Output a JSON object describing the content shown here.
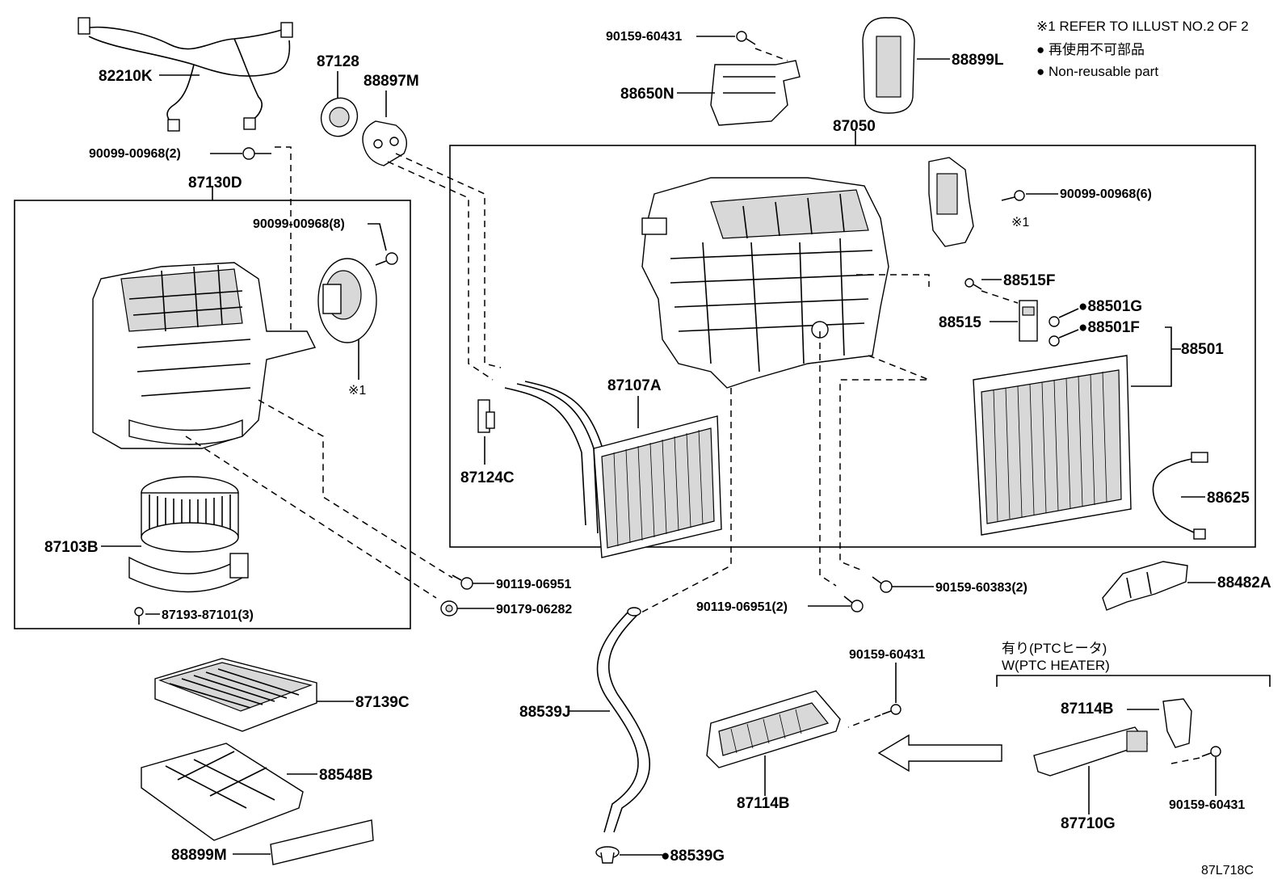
{
  "notes": {
    "refer": "※1 REFER TO ILLUST NO.2 OF 2",
    "non_reusable_jp": "● 再使用不可部品",
    "non_reusable_en": "● Non-reusable part",
    "ptc_jp": "有り(PTCヒータ)",
    "ptc_en": "W(PTC HEATER)",
    "illust_code": "87L718C"
  },
  "labels": {
    "p82210K": "82210K",
    "p90099_00968_2": "90099-00968(2)",
    "p87130D": "87130D",
    "p90099_00968_8": "90099-00968(8)",
    "ref1_left": "※1",
    "p87103B": "87103B",
    "p87193": "87193-87101(3)",
    "p87128": "87128",
    "p88897M": "88897M",
    "p90159_60431_top": "90159-60431",
    "p88650N": "88650N",
    "p88899L": "88899L",
    "p87050": "87050",
    "p90099_00968_6": "90099-00968(6)",
    "ref1_right": "※1",
    "p88515F": "88515F",
    "p88501G": "●88501G",
    "p88515": "88515",
    "p88501F": "●88501F",
    "p88501": "88501",
    "p87107A": "87107A",
    "p87124C": "87124C",
    "p88625": "88625",
    "p90119_06951": "90119-06951",
    "p90179_06282": "90179-06282",
    "p90119_06951_2": "90119-06951(2)",
    "p90159_60383_2": "90159-60383(2)",
    "p88482A": "88482A",
    "p87139C": "87139C",
    "p88548B": "88548B",
    "p88899M": "88899M",
    "p88539J": "88539J",
    "p88539G": "●88539G",
    "p90159_60431_mid": "90159-60431",
    "p87114B_main": "87114B",
    "p87114B_ptc": "87114B",
    "p87710G": "87710G",
    "p90159_60431_ptc": "90159-60431"
  }
}
